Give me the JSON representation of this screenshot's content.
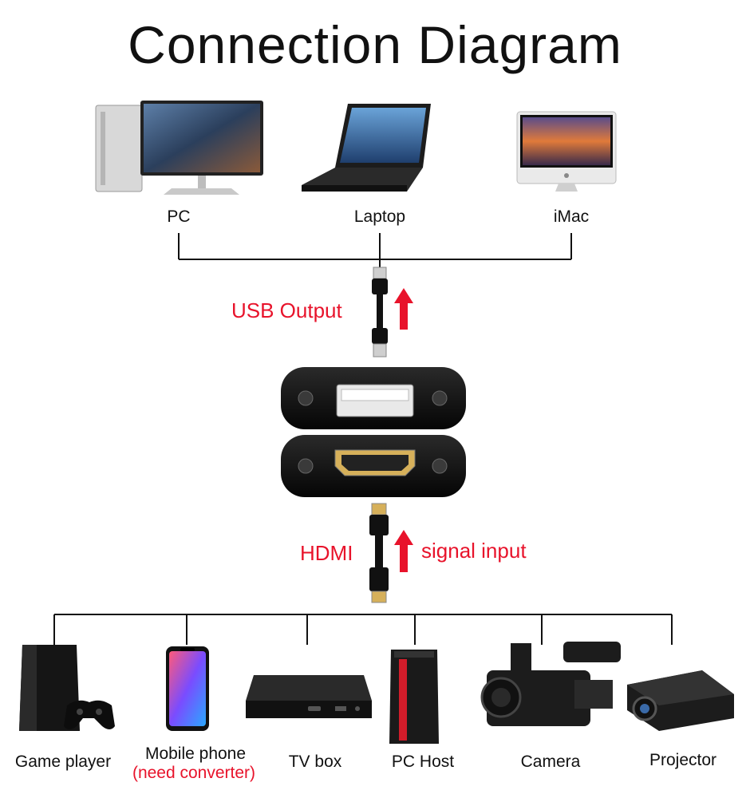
{
  "title": "Connection Diagram",
  "top_devices": [
    {
      "label": "PC",
      "icon": "pc-icon"
    },
    {
      "label": "Laptop",
      "icon": "laptop-icon"
    },
    {
      "label": "iMac",
      "icon": "imac-icon"
    }
  ],
  "usb_label": "USB Output",
  "hdmi_label": "HDMI",
  "signal_label": "signal input",
  "bottom_devices": [
    {
      "label": "Game player",
      "icon": "game-console-icon"
    },
    {
      "label": "Mobile phone",
      "sublabel": "(need converter)",
      "icon": "mobile-phone-icon"
    },
    {
      "label": "TV box",
      "icon": "tv-box-icon"
    },
    {
      "label": "PC Host",
      "icon": "pc-tower-icon"
    },
    {
      "label": "Camera",
      "icon": "camera-icon"
    },
    {
      "label": "Projector",
      "icon": "projector-icon"
    }
  ],
  "colors": {
    "accent_red": "#e8132b",
    "line": "#111111",
    "device_black": "#1a1a1a"
  }
}
